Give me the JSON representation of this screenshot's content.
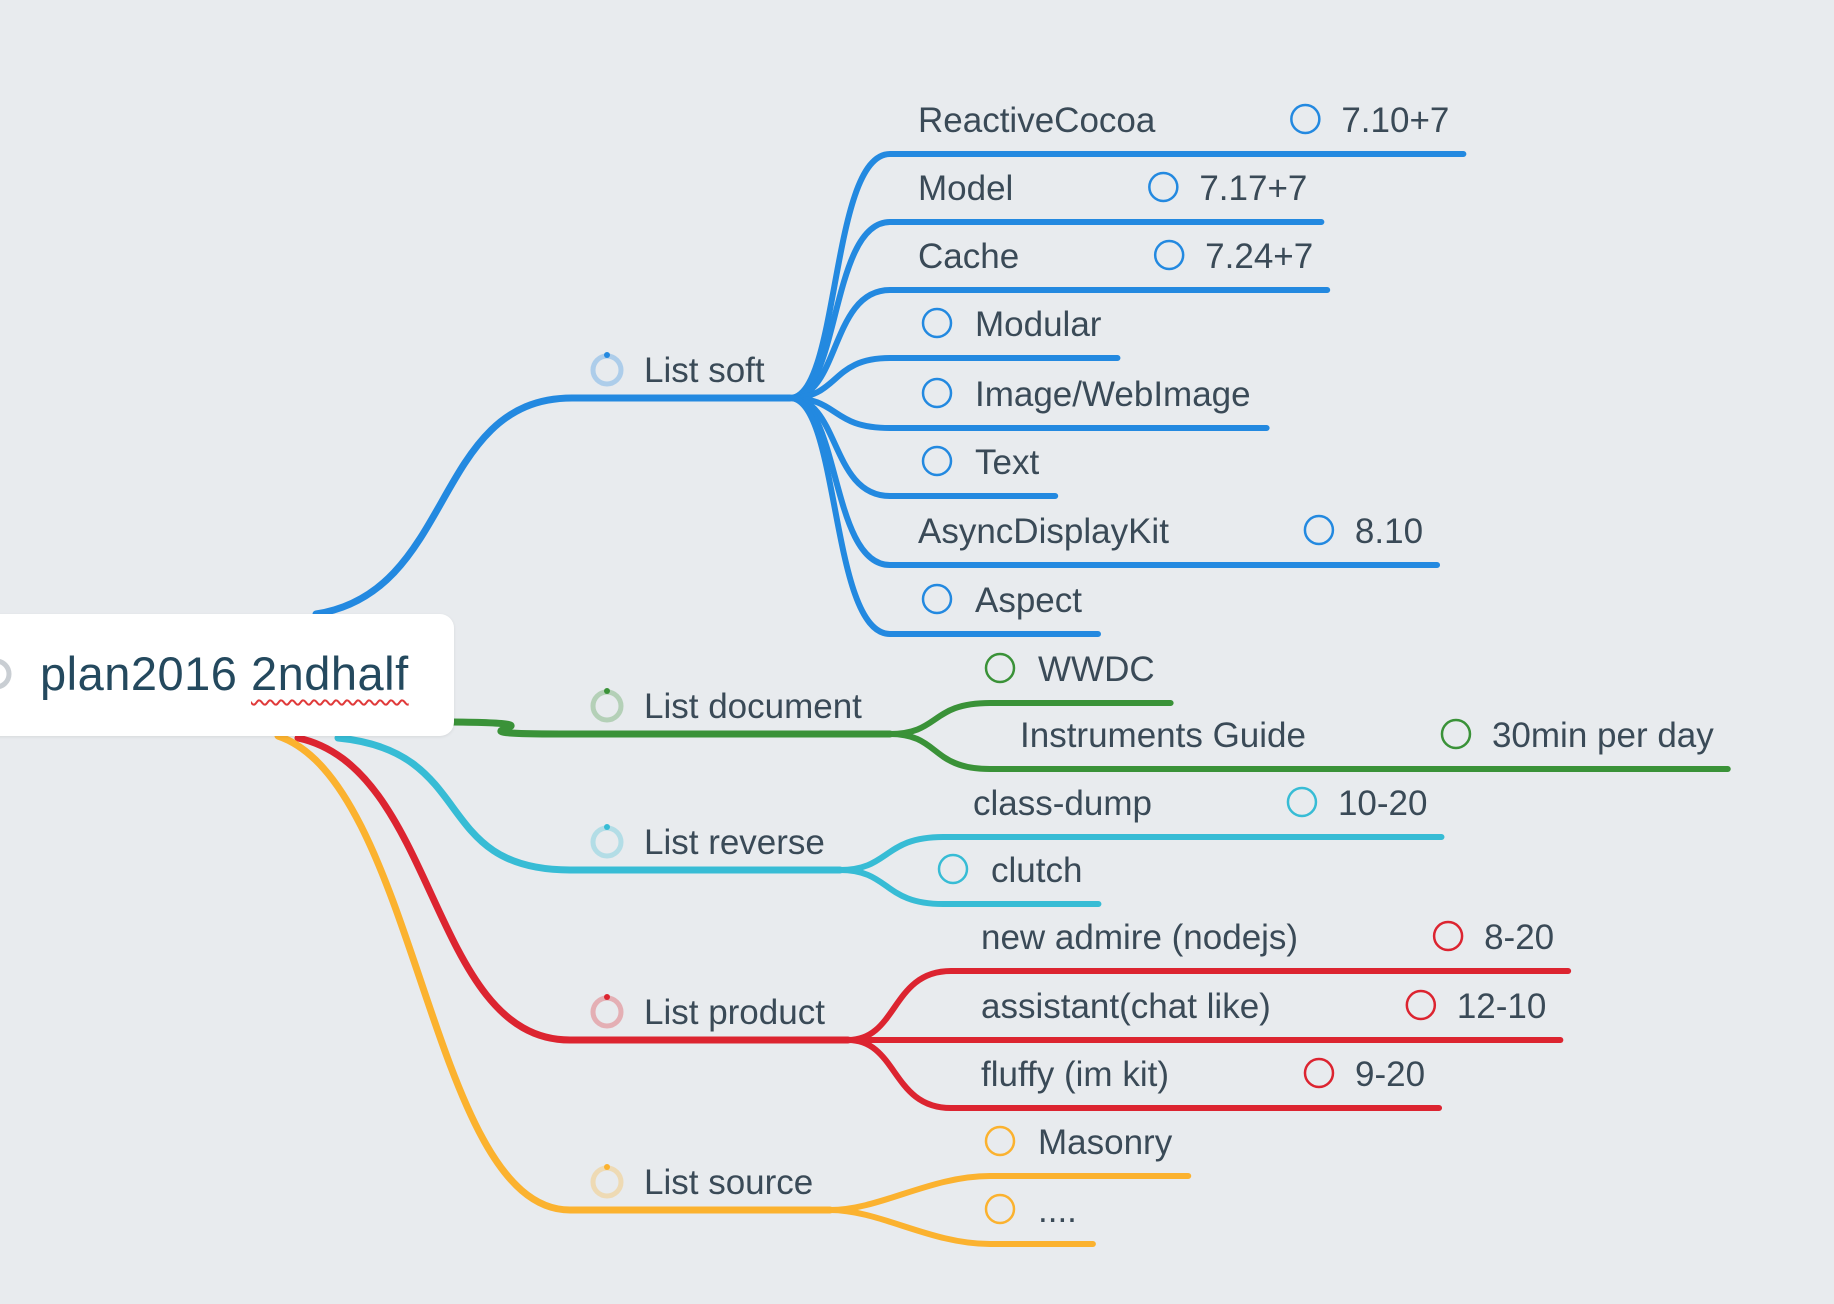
{
  "root": {
    "title_prefix": "plan2016",
    "title_suffix": "2ndhalf"
  },
  "branches": [
    {
      "label": "List soft",
      "color": "#2389e0",
      "children": [
        {
          "label": "ReactiveCocoa",
          "task": "7.10+7",
          "task_on_left": false
        },
        {
          "label": "Model",
          "task": "7.17+7",
          "task_on_left": false
        },
        {
          "label": "Cache",
          "task": "7.24+7",
          "task_on_left": false
        },
        {
          "label": "Modular",
          "task": "",
          "task_on_left": true
        },
        {
          "label": "Image/WebImage",
          "task": "",
          "task_on_left": true
        },
        {
          "label": "Text",
          "task": "",
          "task_on_left": true
        },
        {
          "label": "AsyncDisplayKit",
          "task": "8.10",
          "task_on_left": false
        },
        {
          "label": "Aspect",
          "task": "",
          "task_on_left": true
        }
      ]
    },
    {
      "label": "List document",
      "color": "#3a9238",
      "children": [
        {
          "label": "WWDC",
          "task": "",
          "task_on_left": true
        },
        {
          "label": "Instruments Guide",
          "task": "30min per day",
          "task_on_left": false
        }
      ]
    },
    {
      "label": "List reverse",
      "color": "#37bcd5",
      "children": [
        {
          "label": "class-dump",
          "task": "10-20",
          "task_on_left": false
        },
        {
          "label": "clutch",
          "task": "",
          "task_on_left": true
        }
      ]
    },
    {
      "label": "List product",
      "color": "#dc2430",
      "children": [
        {
          "label": "new admire (nodejs)",
          "task": "8-20",
          "task_on_left": false
        },
        {
          "label": "assistant(chat like)",
          "task": "12-10",
          "task_on_left": false
        },
        {
          "label": "fluffy (im kit)",
          "task": "9-20",
          "task_on_left": false
        }
      ]
    },
    {
      "label": "List source",
      "color": "#fbb22f",
      "children": [
        {
          "label": "Masonry",
          "task": "",
          "task_on_left": true
        },
        {
          "label": "....",
          "task": "",
          "task_on_left": true
        }
      ]
    }
  ]
}
